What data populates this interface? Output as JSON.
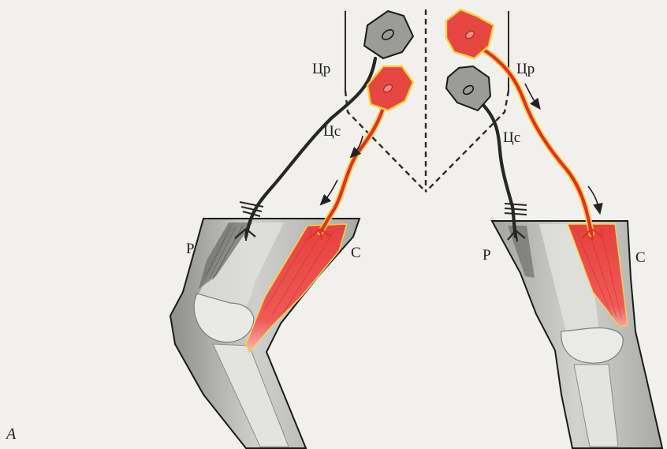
{
  "labels": {
    "cr_left": "Цр",
    "cs_left": "Цс",
    "cr_right": "Цр",
    "cs_right": "Цс",
    "p_left": "Р",
    "c_left": "С",
    "p_right": "Р",
    "c_right": "С",
    "panel": "А"
  },
  "colors": {
    "background": "#f1f0ec",
    "neuron_gray": "#9a9a98",
    "nerve_dark": "#2a2a2a",
    "nerve_red": "#e0352f",
    "nerve_glow": "#f4d23a",
    "muscle_red": "#ec4b4b",
    "muscle_pink": "#f5a3a0",
    "limb_gray": "#c9c9c6",
    "bone_gray": "#e4e4e1"
  },
  "icons": {
    "neuron": "neuron-cell-icon",
    "direction": "arrow-down-icon"
  }
}
